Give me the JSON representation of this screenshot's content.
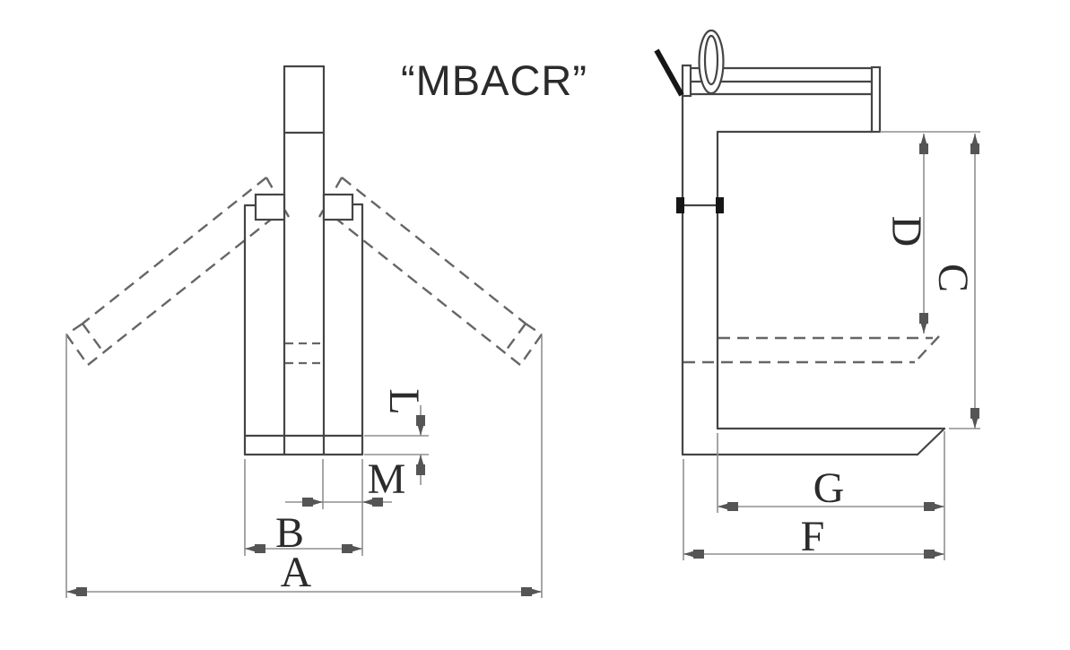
{
  "title": "“MBACR”",
  "drawing": {
    "type": "technical-drawing",
    "views": {
      "front": {
        "label": "front-view-folding-crane-fork",
        "dims": {
          "A": "A",
          "B": "B",
          "L": "L",
          "M": "M"
        }
      },
      "side": {
        "label": "side-view-crane-fork",
        "dims": {
          "C": "C",
          "D": "D",
          "F": "F",
          "G": "G"
        }
      }
    }
  },
  "colors": {
    "structure": "#454545",
    "dimension": "#8f8f8f",
    "arrow": "#555555",
    "dashed": "#666666",
    "ink": "#161616",
    "text": "#2b2b2b",
    "background": "#ffffff"
  }
}
